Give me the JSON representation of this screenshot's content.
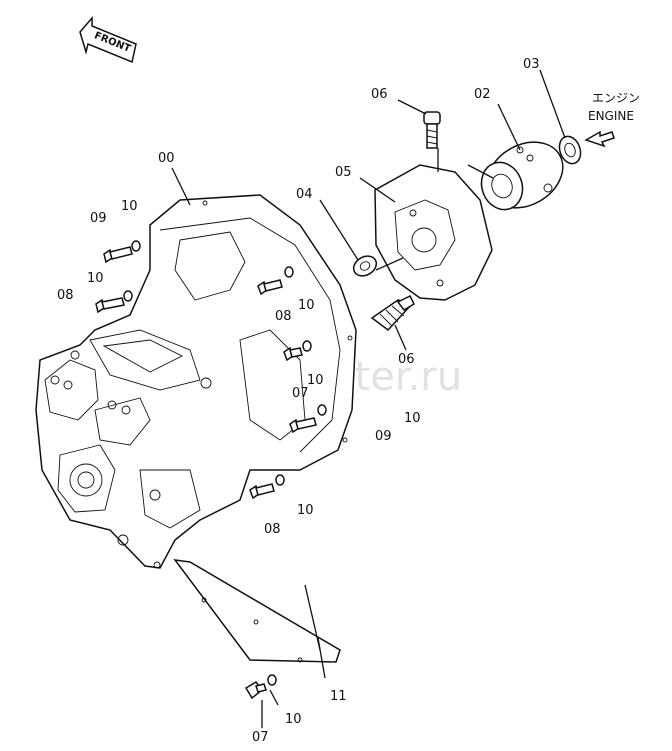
{
  "orientation": {
    "front_label": "FRONT"
  },
  "engine": {
    "jp": "エンジン",
    "en": "ENGINE"
  },
  "watermark": "autopiter.ru",
  "callouts": {
    "c00": "00",
    "c02": "02",
    "c03": "03",
    "c04": "04",
    "c05": "05",
    "c06a": "06",
    "c06b": "06",
    "c07a": "07",
    "c07b": "07",
    "c08a": "08",
    "c08b": "08",
    "c08c": "08",
    "c09a": "09",
    "c09b": "09",
    "c10a": "10",
    "c10b": "10",
    "c10c": "10",
    "c10d": "10",
    "c10e": "10",
    "c10f": "10",
    "c10g": "10",
    "c11": "11"
  }
}
